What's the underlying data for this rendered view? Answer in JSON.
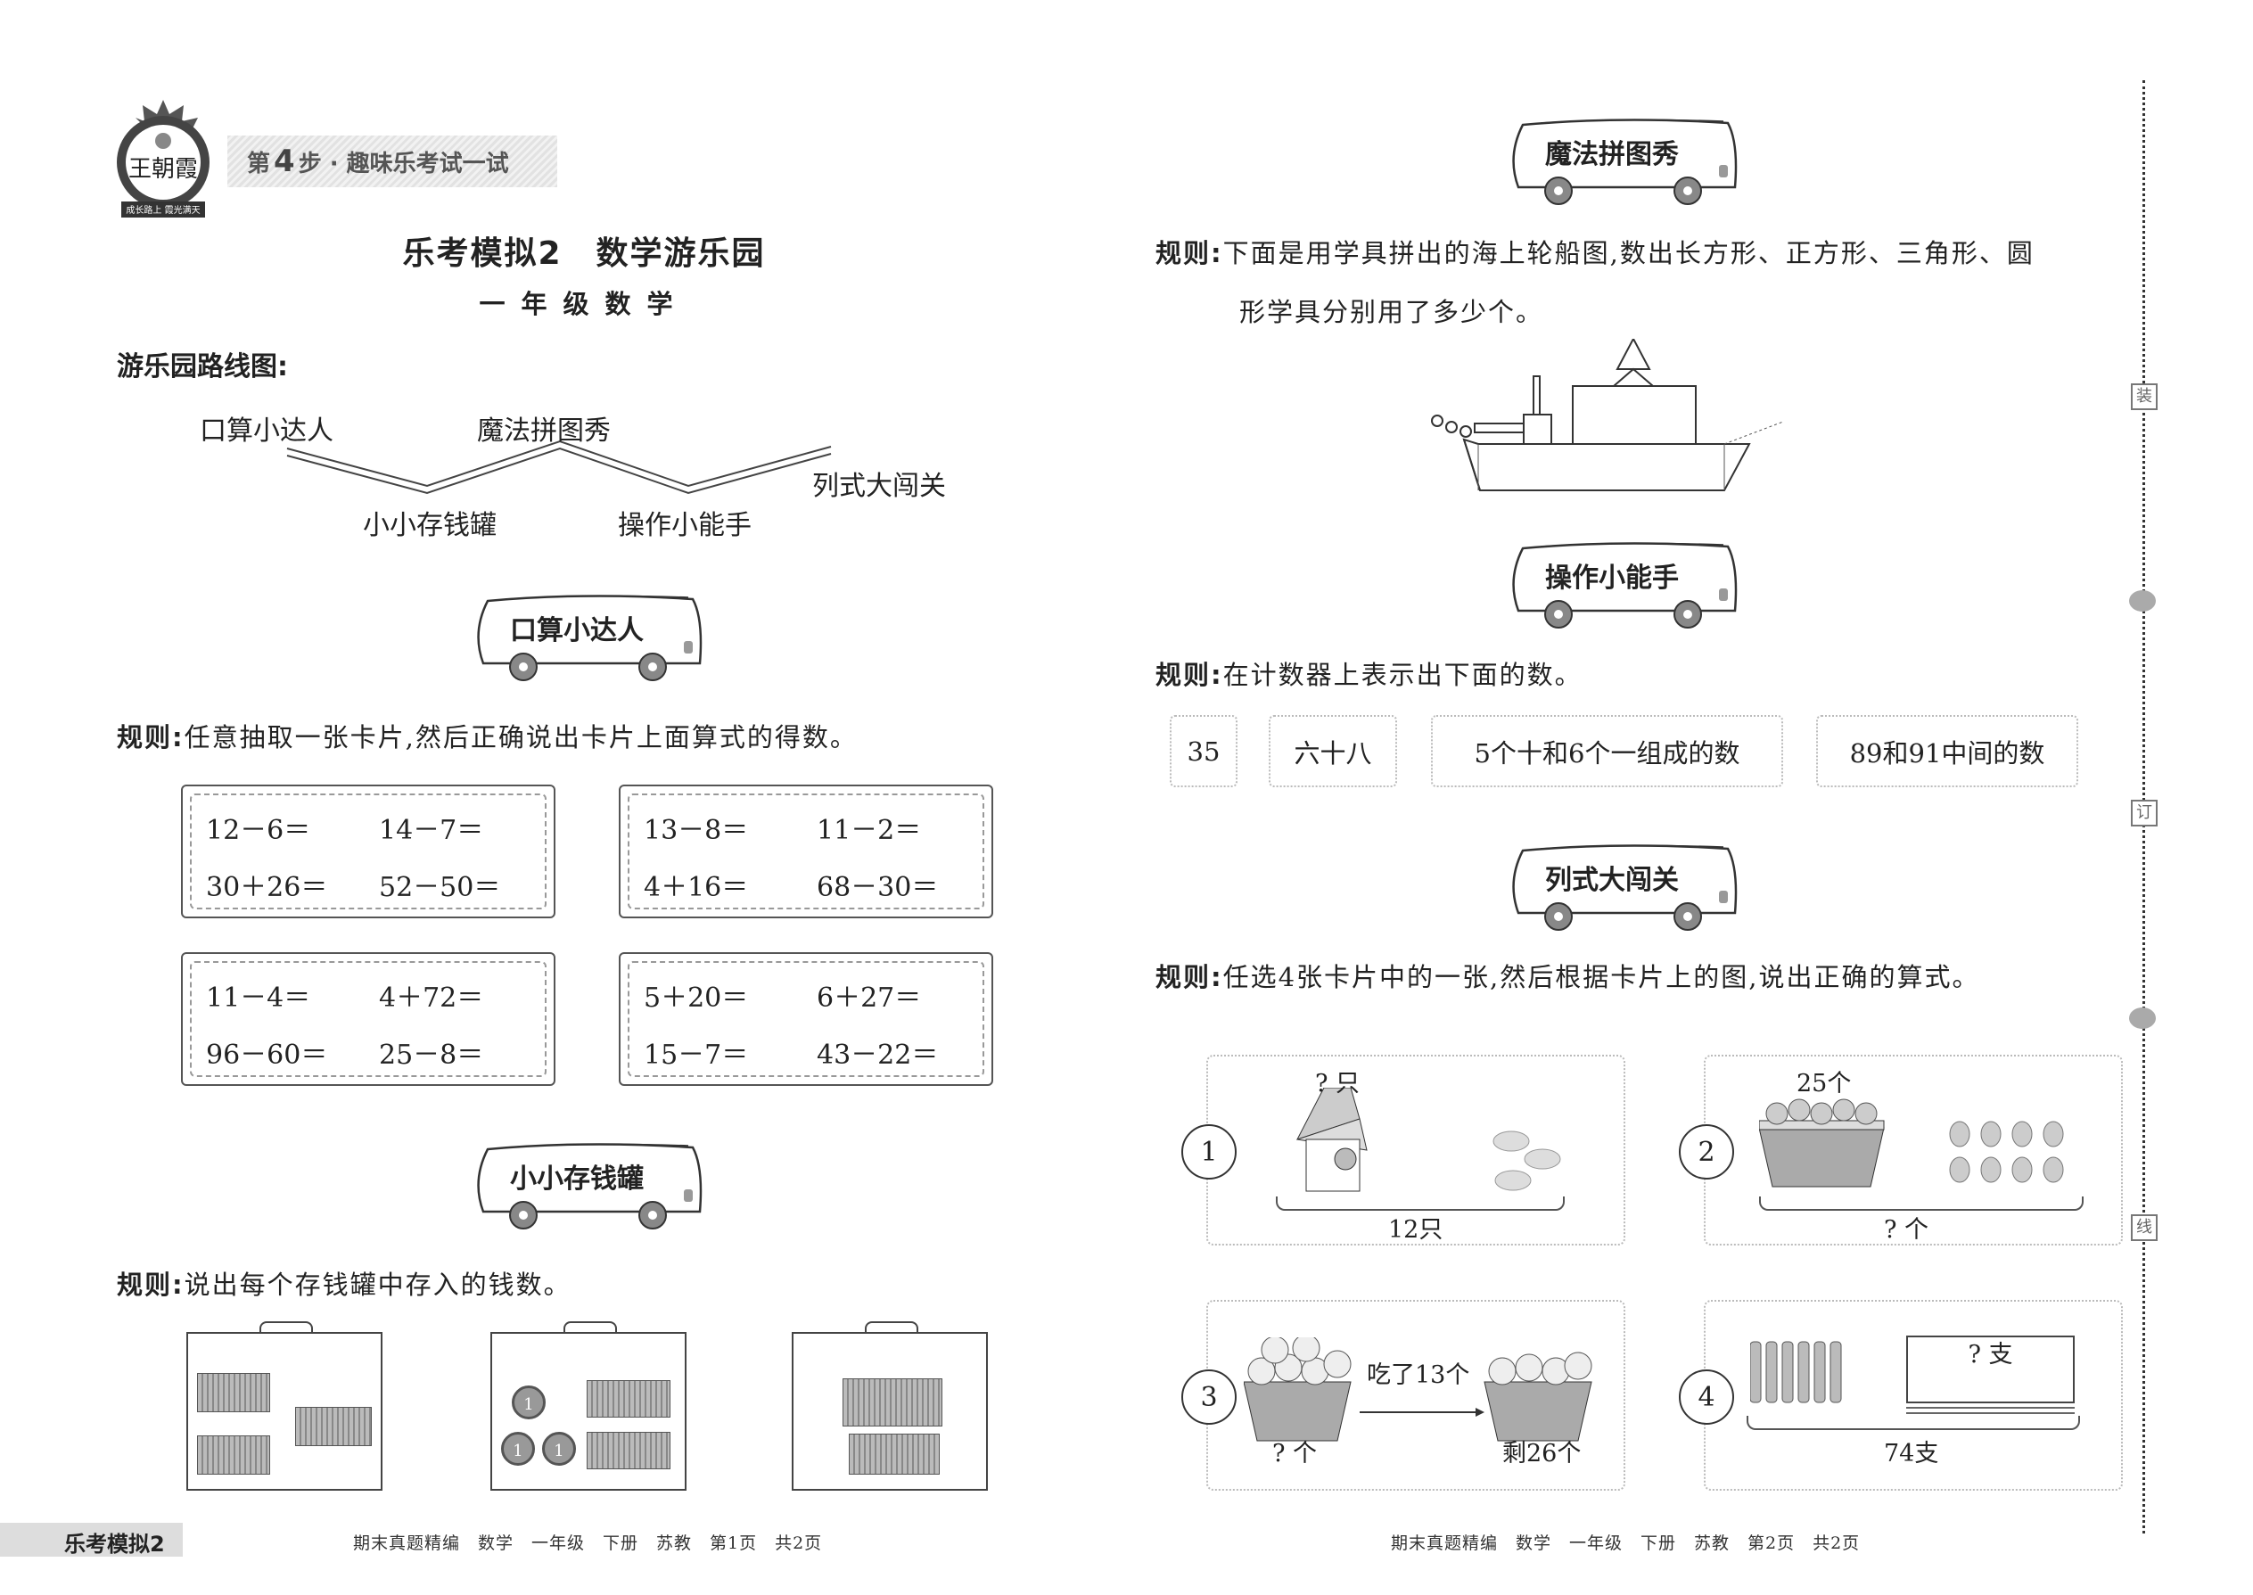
{
  "header": {
    "logo_text": "王朝霞",
    "logo_slogan": "成长路上 霞光满天",
    "step_prefix": "第",
    "step_number": "4",
    "step_suffix": "步 · 趣味乐考试一试"
  },
  "title": "乐考模拟2　数学游乐园",
  "subtitle": "一年级数学",
  "route": {
    "heading": "游乐园路线图:",
    "stops": [
      "口算小达人",
      "小小存钱罐",
      "魔法拼图秀",
      "操作小能手",
      "列式大闯关"
    ]
  },
  "section1": {
    "bus_label": "口算小达人",
    "rule_prefix": "规则:",
    "rule_text": "任意抽取一张卡片,然后正确说出卡片上面算式的得数。",
    "cards": [
      [
        "12－6＝",
        "14－7＝",
        "30＋26＝",
        "52－50＝"
      ],
      [
        "13－8＝",
        "11－2＝",
        "4＋16＝",
        "68－30＝"
      ],
      [
        "11－4＝",
        "4＋72＝",
        "96－60＝",
        "25－8＝"
      ],
      [
        "5＋20＝",
        "6＋27＝",
        "15－7＝",
        "43－22＝"
      ]
    ]
  },
  "section2": {
    "bus_label": "小小存钱罐",
    "rule_prefix": "规则:",
    "rule_text": "说出每个存钱罐中存入的钱数。"
  },
  "section3": {
    "bus_label": "魔法拼图秀",
    "rule_prefix": "规则:",
    "rule_text_line1": "下面是用学具拼出的海上轮船图,数出长方形、正方形、三角形、圆",
    "rule_text_line2": "形学具分别用了多少个。"
  },
  "section4": {
    "bus_label": "操作小能手",
    "rule_prefix": "规则:",
    "rule_text": "在计数器上表示出下面的数。",
    "numbers": [
      "35",
      "六十八",
      "5个十和6个一组成的数",
      "89和91中间的数"
    ]
  },
  "section5": {
    "bus_label": "列式大闯关",
    "rule_prefix": "规则:",
    "rule_text": "任选4张卡片中的一张,然后根据卡片上的图,说出正确的算式。",
    "cards": [
      {
        "num": "1",
        "top": "? 只",
        "bottom": "12只"
      },
      {
        "num": "2",
        "top": "25个",
        "bottom": "? 个"
      },
      {
        "num": "3",
        "arrow": "吃了13个",
        "left": "? 个",
        "right": "剩26个"
      },
      {
        "num": "4",
        "box": "? 支",
        "bottom": "74支"
      }
    ]
  },
  "footer": {
    "tab": "乐考模拟2",
    "page1": "期末真题精编　数学　一年级　下册　苏教　第1页　共2页",
    "page2": "期末真题精编　数学　一年级　下册　苏教　第2页　共2页"
  },
  "margin_labels": [
    "装",
    "订",
    "线"
  ]
}
